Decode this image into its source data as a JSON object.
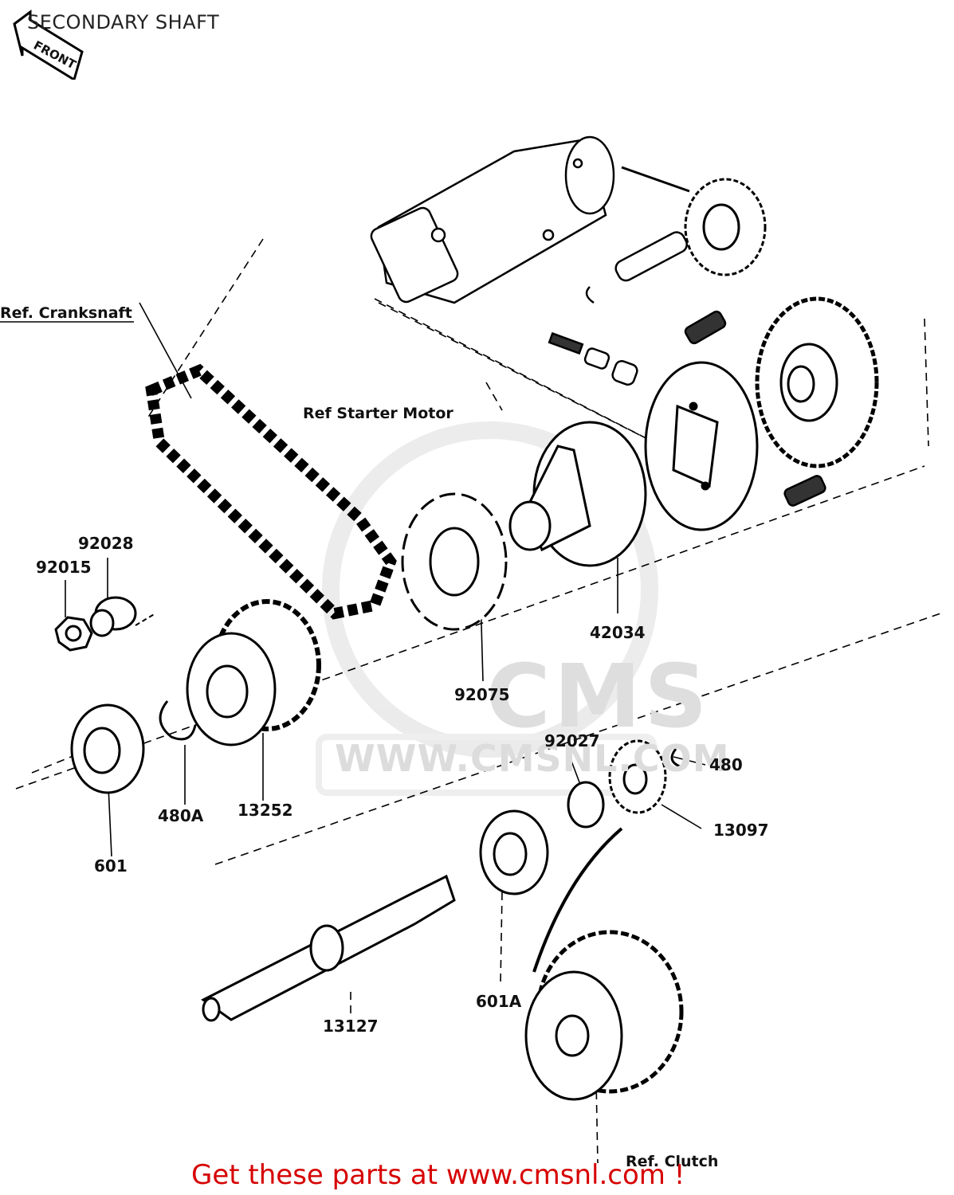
{
  "title": "SECONDARY SHAFT",
  "front_marker": "FRONT",
  "watermark": {
    "logo": "CMS",
    "url": "WWW.CMSNL.COM"
  },
  "footer": {
    "link_text": "Get these parts at www.cmsnl.com !"
  },
  "colors": {
    "line": "#000000",
    "watermark": "#dcdcdc",
    "footer": "#d60000"
  },
  "refs": {
    "crankshaft": "Ref.  Cranksnaft",
    "starter_motor": "Ref   Starter Motor",
    "clutch": "Ref.  Clutch"
  },
  "parts": {
    "p92028": "92028",
    "p92015": "92015",
    "p42034": "42034",
    "p92075": "92075",
    "p92027": "92027",
    "p480": "480",
    "p13097": "13097",
    "p601": "601",
    "p480A": "480A",
    "p13252": "13252",
    "p601A": "601A",
    "p13127": "13127"
  }
}
